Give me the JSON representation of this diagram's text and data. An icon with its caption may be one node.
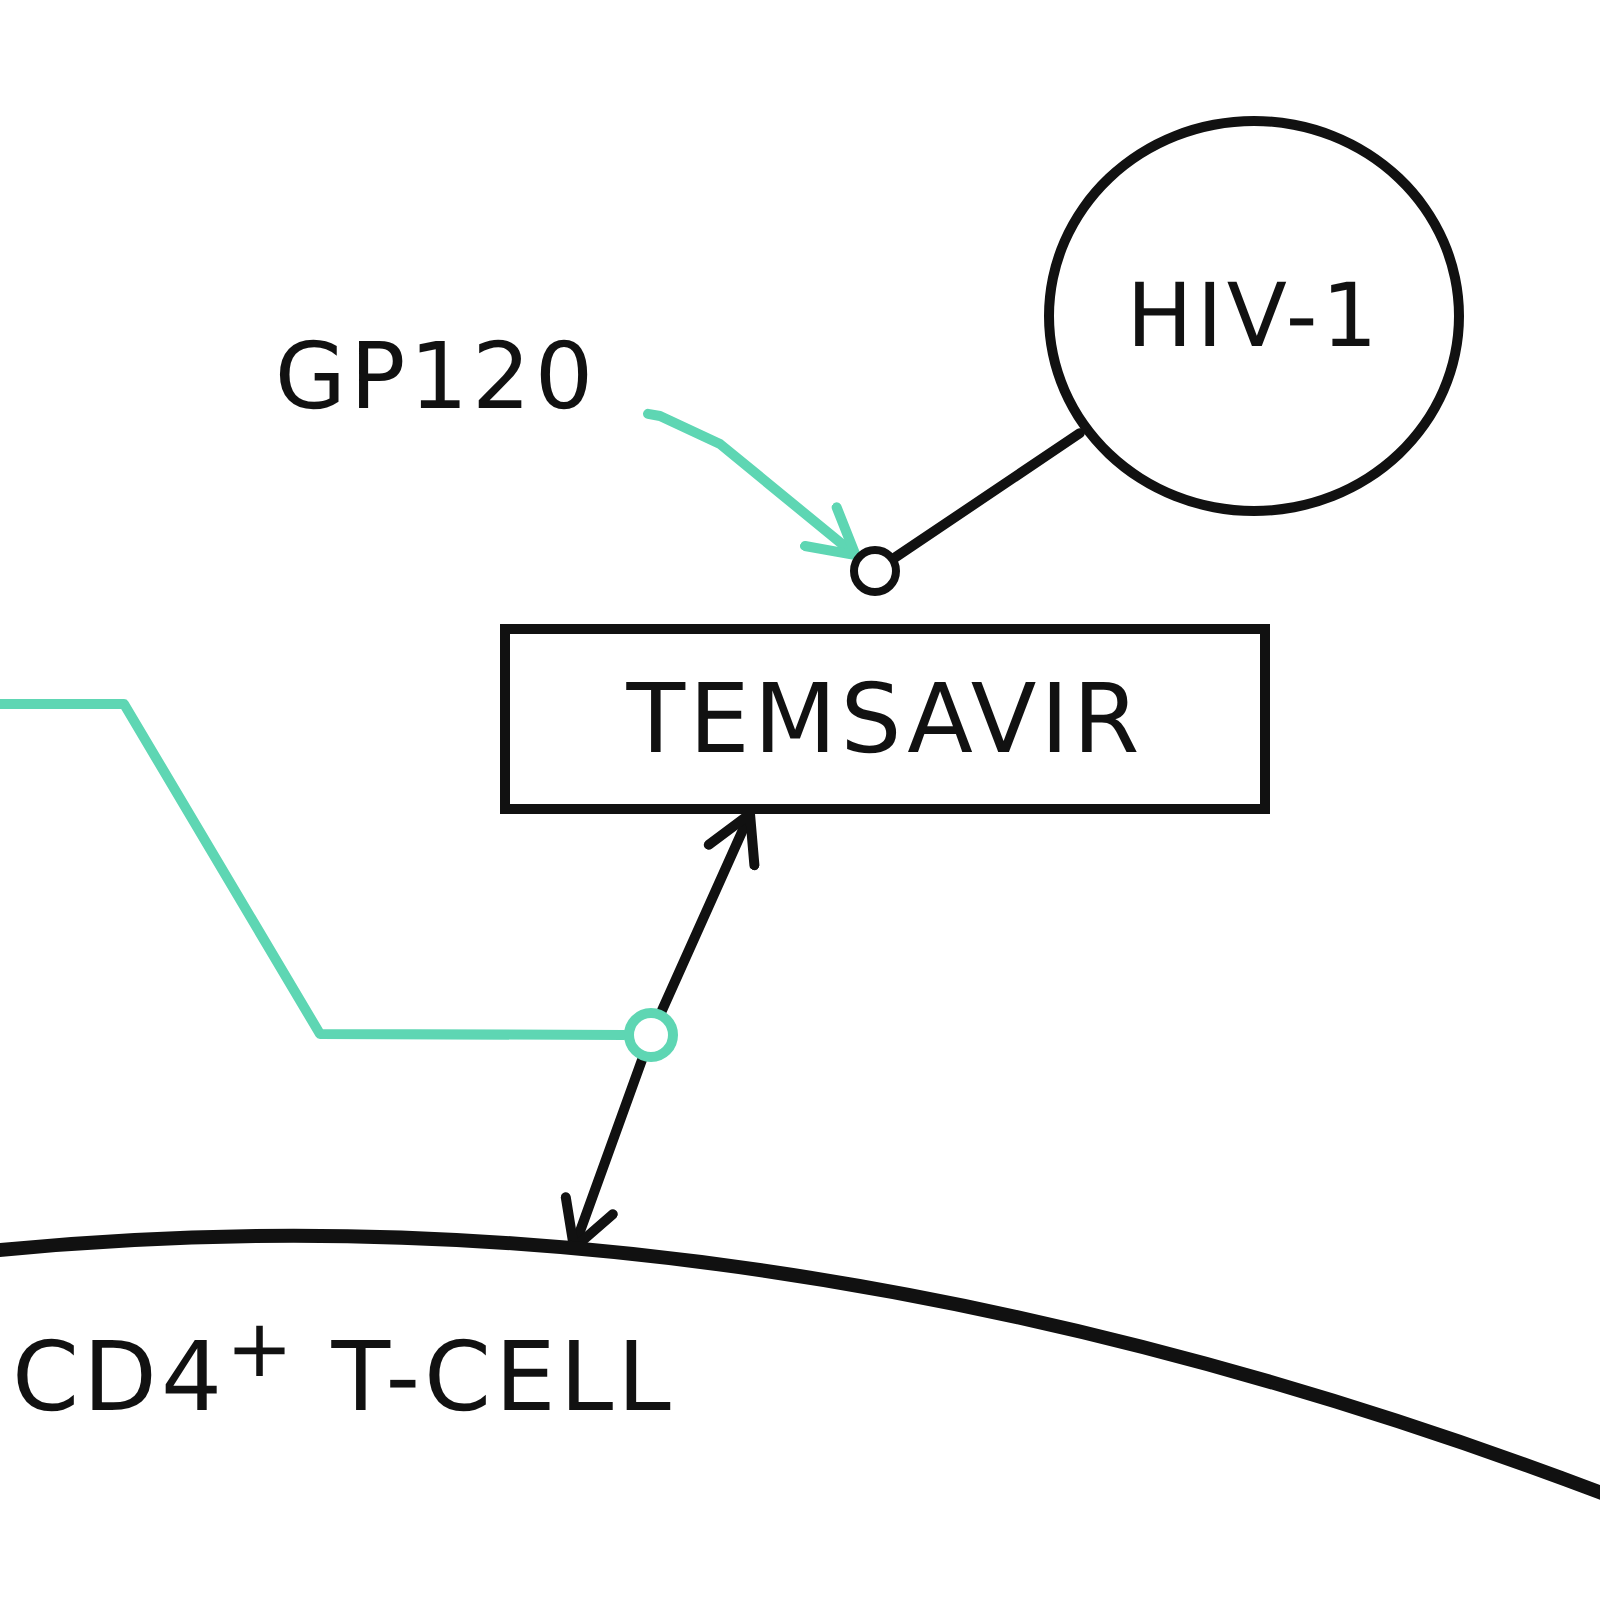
{
  "diagram": {
    "nodes": [
      {
        "text": [
          "GP120"
        ]
      },
      {
        "text": [
          "HIV-1"
        ]
      },
      {
        "text": [],
        "shape": "circle"
      },
      {
        "text": [
          "TEMSAVIR"
        ]
      },
      {
        "text": [],
        "shape": "circle"
      },
      {
        "text": [
          "CD4$^{+}$ T-CELL"
        ]
      }
    ],
    "edges": [
      {
        "from": 0,
        "to": 2,
        "arrow": "to",
        "color": "#5ed6b3"
      },
      {
        "from": 1,
        "to": 2,
        "arrow": "none"
      },
      {
        "from": null,
        "to": 4,
        "arrow": "none",
        "color": "#5ed6b3"
      },
      {
        "from": 4,
        "to": 3,
        "arrow": "to"
      },
      {
        "from": 4,
        "to": 5,
        "arrow": "to"
      }
    ]
  }
}
